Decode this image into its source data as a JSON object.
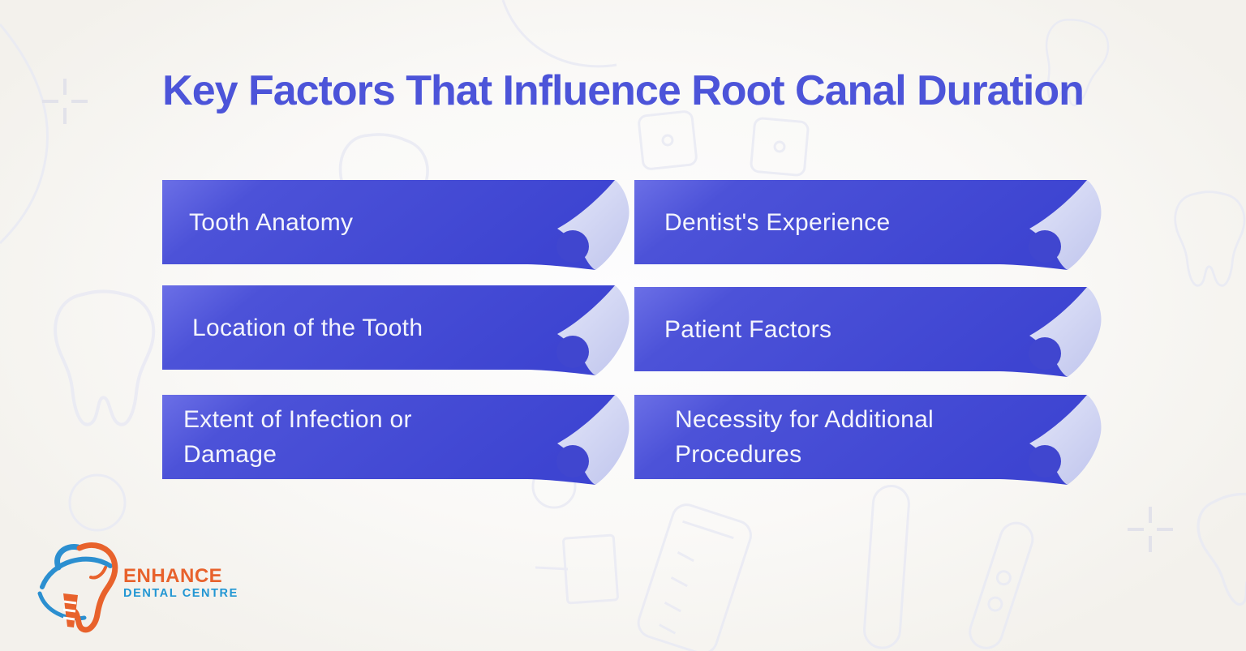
{
  "page": {
    "title": "Key Factors That Influence Root Canal Duration"
  },
  "factors": [
    {
      "label": "Tooth Anatomy",
      "lines": [
        "Tooth Anatomy"
      ]
    },
    {
      "label": "Dentist's Experience",
      "lines": [
        "Dentist's Experience"
      ]
    },
    {
      "label": "Location of the Tooth",
      "lines": [
        "Location of the Tooth"
      ]
    },
    {
      "label": "Patient Factors",
      "lines": [
        "Patient Factors"
      ]
    },
    {
      "label": "Extent of Infection or Damage",
      "lines": [
        "Extent of Infection or",
        "Damage"
      ]
    },
    {
      "label": "Necessity for Additional Procedures",
      "lines": [
        "Necessity for Additional",
        "Procedures"
      ]
    }
  ],
  "logo": {
    "brand": "ENHANCE",
    "tagline": "DENTAL CENTRE"
  },
  "colors": {
    "title_text": "#4c54d9",
    "ribbon_light": "#6b6fe6",
    "ribbon_main": "#4c52d8",
    "ribbon_dark": "#3d44d1",
    "fold_light": "#dfe2f7",
    "fold_dark": "#c3c8ee",
    "banner_text": "#f3f4fc",
    "logo_orange": "#e8622c",
    "logo_blue": "#2b8fd0",
    "background": "#f6f4f0",
    "pattern_stroke": "#e9eaf4"
  }
}
